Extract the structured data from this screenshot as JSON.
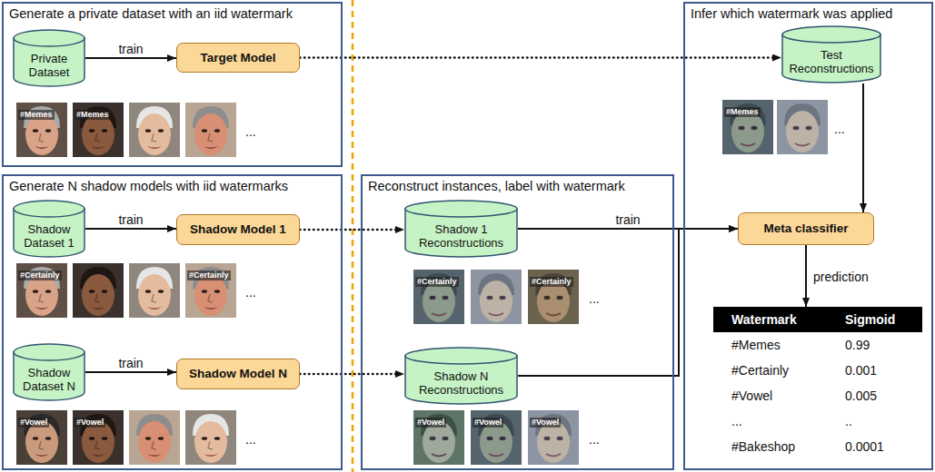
{
  "diagram": {
    "nodes": [
      {
        "text": [
          "Generate a private dataset with an iid watermark"
        ]
      },
      {
        "text": [
          "Private Dataset"
        ],
        "in": 0
      },
      {
        "text": [
          "Target Model"
        ],
        "in": 0
      },
      {
        "text": [
          "Generate N shadow models with iid watermarks"
        ]
      },
      {
        "text": [
          "Shadow Dataset 1"
        ],
        "in": 3
      },
      {
        "text": [
          "Shadow Model 1"
        ],
        "in": 3
      },
      {
        "text": [
          "Shadow Dataset N"
        ],
        "in": 3
      },
      {
        "text": [
          "Shadow Model N"
        ],
        "in": 3
      },
      {
        "text": [
          "Reconstruct instances, label with watermark"
        ]
      },
      {
        "text": [
          "Shadow 1 Reconstructions"
        ],
        "in": 8
      },
      {
        "text": [
          "Shadow N Reconstructions"
        ],
        "in": 8
      },
      {
        "text": [
          "Infer which watermark was applied"
        ]
      },
      {
        "text": [
          "Test Reconstructions"
        ],
        "in": 11
      },
      {
        "text": [
          "Meta classifier"
        ],
        "in": 11
      },
      {
        "text": [
          "Watermark",
          "Sigmoid",
          "#Memes",
          "0.99",
          "#Certainly",
          "0.001",
          "#Vowel",
          "0.005",
          "...",
          "..",
          "#Bakeshop",
          "0.0001"
        ],
        "in": 11
      }
    ],
    "edges": [
      {
        "from": 1,
        "to": 2,
        "label": "train",
        "arrow": "to"
      },
      {
        "from": 4,
        "to": 5,
        "label": "train",
        "arrow": "to"
      },
      {
        "from": 6,
        "to": 7,
        "label": "train",
        "arrow": "to"
      },
      {
        "from": 2,
        "to": 12,
        "arrow": "to"
      },
      {
        "from": 5,
        "to": 9,
        "arrow": "to"
      },
      {
        "from": 7,
        "to": 10,
        "arrow": "to"
      },
      {
        "from": 9,
        "to": 13,
        "label": "train",
        "arrow": "to"
      },
      {
        "from": 10,
        "to": 13,
        "arrow": "to"
      },
      {
        "from": 12,
        "to": 13,
        "arrow": "to"
      },
      {
        "from": 13,
        "to": 14,
        "label": "prediction",
        "arrow": "to"
      }
    ],
    "labels": [
      "#Memes",
      "#Memes",
      "...",
      "#Certainly",
      "#Certainly",
      "...",
      "#Vowel",
      "#Vowel",
      "...",
      "#Certainly",
      "#Certainly",
      "...",
      "#Vowel",
      "#Vowel",
      "#Vowel",
      "...",
      "#Memes",
      "..."
    ]
  }
}
